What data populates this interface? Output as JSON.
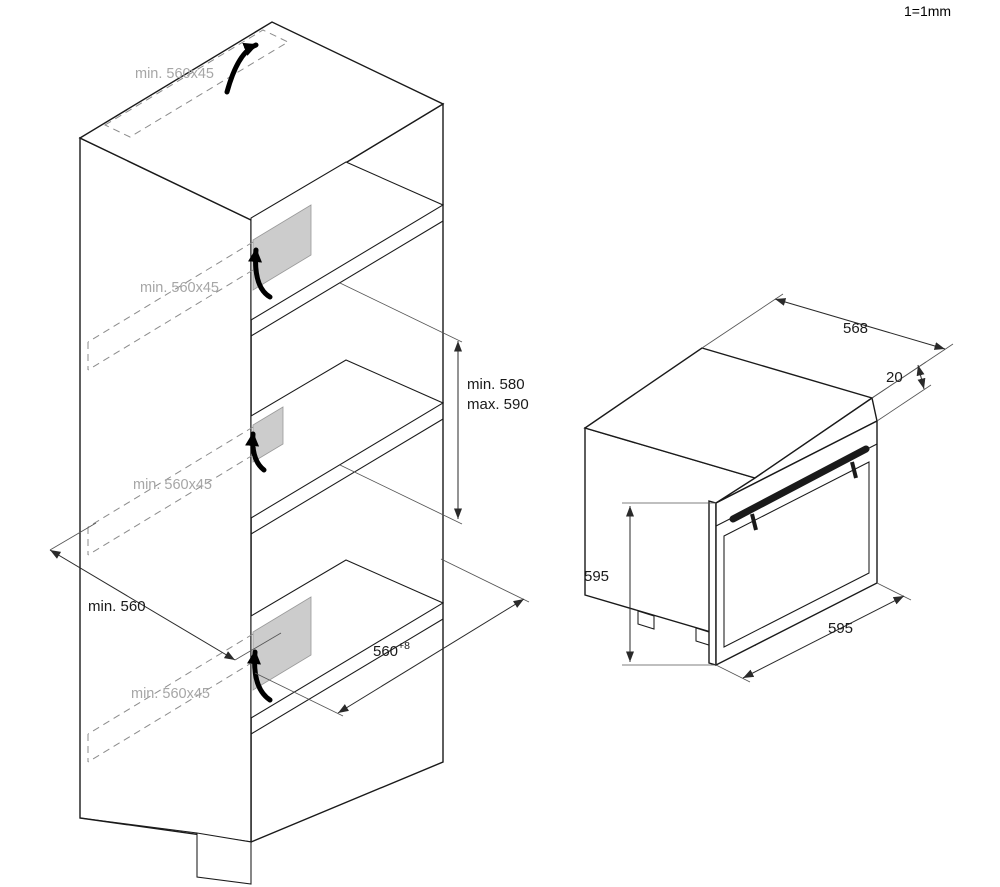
{
  "meta": {
    "scale_note": "1=1mm"
  },
  "colors": {
    "line": "#1a1a1a",
    "gray_label": "#a6a6a6",
    "vent_fill": "#cccccc",
    "background": "#ffffff"
  },
  "cabinet": {
    "top_vent_label": "min. 560x45",
    "compartment_vent_labels": [
      "min. 560x45",
      "min. 560x45",
      "min. 560x45"
    ],
    "niche_height_min": "min. 580",
    "niche_height_max": "max. 590",
    "depth_label": "min. 560",
    "niche_width": "560",
    "niche_width_tolerance": "+8"
  },
  "oven": {
    "depth": "568",
    "door_protrusion": "20",
    "height": "595",
    "width": "595"
  }
}
